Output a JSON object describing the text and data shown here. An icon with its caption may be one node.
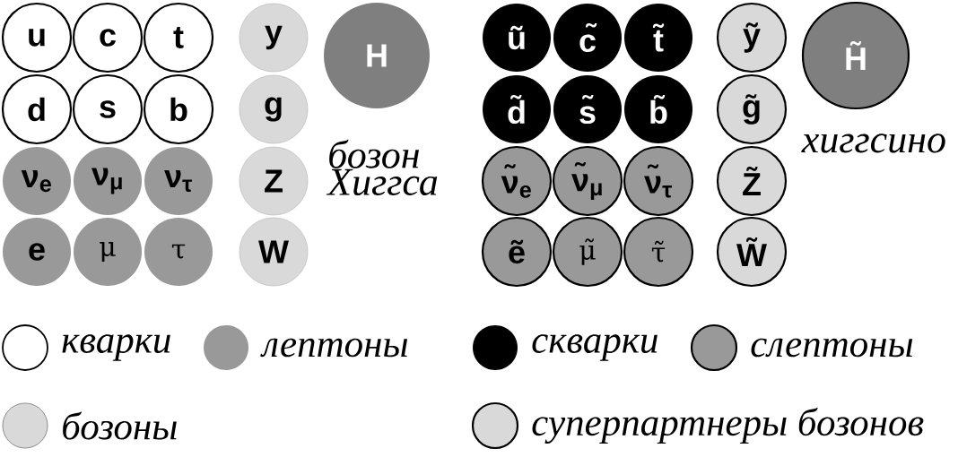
{
  "diagram": {
    "nodes": [
      {
        "text": [
          "u"
        ]
      },
      {
        "text": [
          "c"
        ]
      },
      {
        "text": [
          "t"
        ]
      },
      {
        "text": [
          "d"
        ]
      },
      {
        "text": [
          "s"
        ]
      },
      {
        "text": [
          "b"
        ]
      },
      {
        "text": [
          "ν$_{e}$"
        ]
      },
      {
        "text": [
          "ν$_{μ}$"
        ]
      },
      {
        "text": [
          "ν$_{τ}$"
        ]
      },
      {
        "text": [
          "e"
        ]
      },
      {
        "text": [
          "μ"
        ]
      },
      {
        "text": [
          "τ"
        ]
      },
      {
        "text": [
          "y"
        ]
      },
      {
        "text": [
          "g"
        ]
      },
      {
        "text": [
          "Z"
        ]
      },
      {
        "text": [
          "W"
        ]
      },
      {
        "text": [
          "H"
        ],
        "beside": [
          "бозон Хиггса"
        ]
      },
      {
        "text": [
          "ũ"
        ]
      },
      {
        "text": [
          "c̃"
        ]
      },
      {
        "text": [
          "t̃"
        ]
      },
      {
        "text": [
          "d̃"
        ]
      },
      {
        "text": [
          "s̃"
        ]
      },
      {
        "text": [
          "b̃"
        ]
      },
      {
        "text": [
          "ν̃$_{e}$"
        ]
      },
      {
        "text": [
          "ν̃$_{μ}$"
        ]
      },
      {
        "text": [
          "ν̃$_{τ}$"
        ]
      },
      {
        "text": [
          "ẽ"
        ]
      },
      {
        "text": [
          "μ̃"
        ]
      },
      {
        "text": [
          "τ̃"
        ]
      },
      {
        "text": [
          "ỹ"
        ]
      },
      {
        "text": [
          "g̃"
        ]
      },
      {
        "text": [
          "Z̃"
        ]
      },
      {
        "text": [
          "W̃"
        ]
      },
      {
        "text": [
          "H̃"
        ],
        "beside": [
          "хиггсино"
        ]
      }
    ],
    "legend": [
      {
        "text": "кварки"
      },
      {
        "text": "лептоны",
        "color": "#999999"
      },
      {
        "text": "бозоны",
        "color": "#d9d9d9"
      },
      {
        "text": "скварки",
        "color": "#000000"
      },
      {
        "text": "слептоны",
        "color": "#999999"
      },
      {
        "text": "суперпартнеры бозонов",
        "color": "#d9d9d9"
      }
    ]
  }
}
